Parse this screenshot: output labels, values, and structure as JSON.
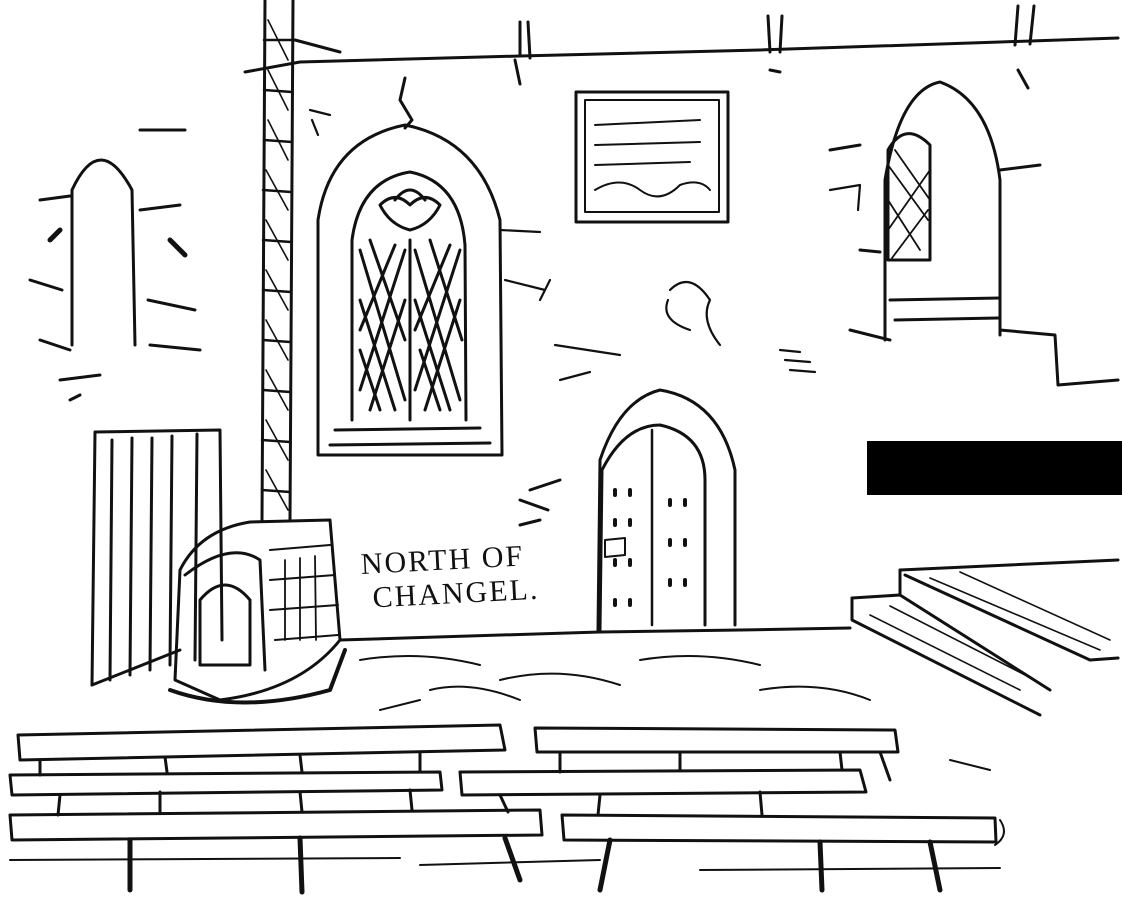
{
  "caption": {
    "line1": "NORTH OF",
    "line2": "CHANGEL."
  },
  "colors": {
    "paper": "#ffffff",
    "ink": "#111111",
    "redaction": "#000000"
  },
  "elements": {
    "redaction_bar": "black rectangle"
  }
}
